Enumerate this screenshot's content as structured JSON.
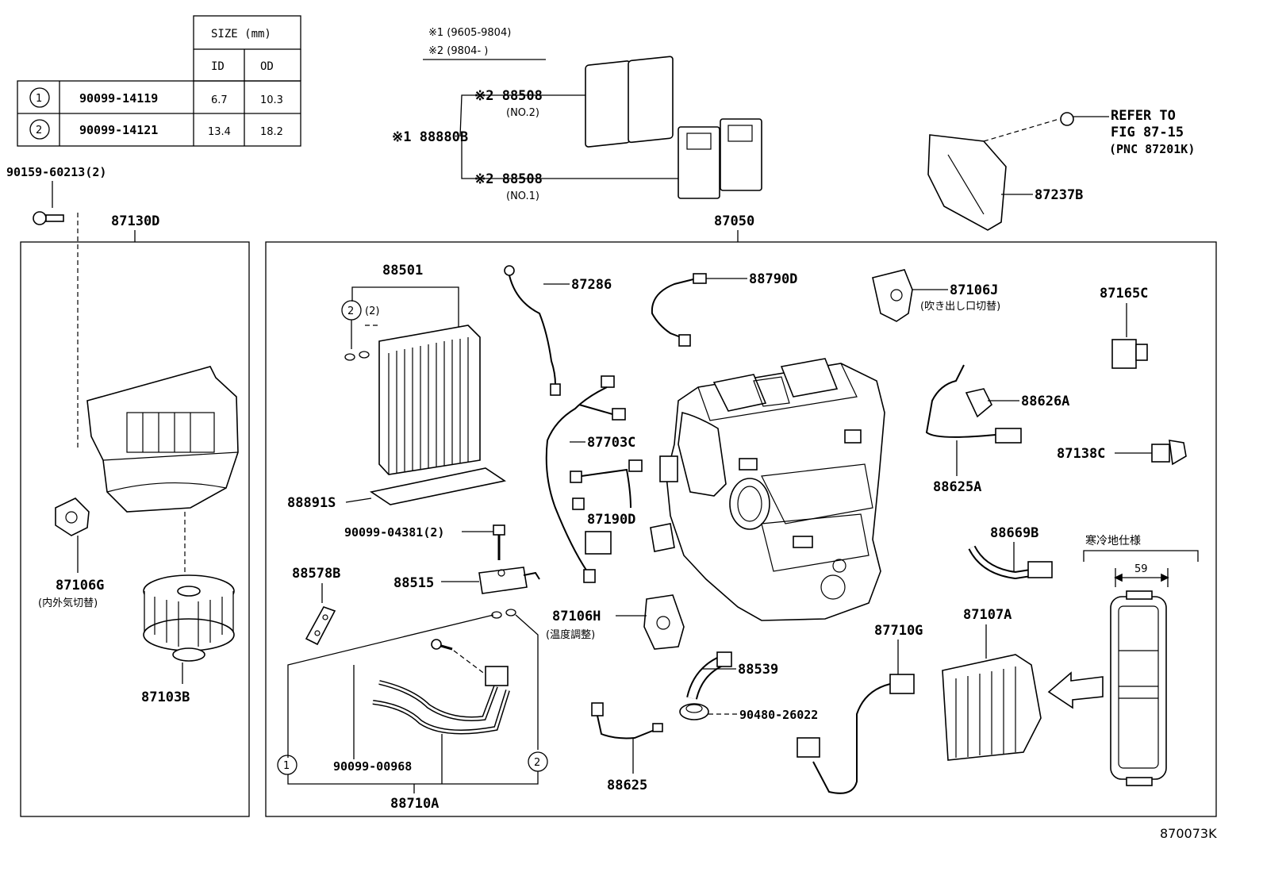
{
  "size_table": {
    "header_size": "SIZE (mm)",
    "header_id": "ID",
    "header_od": "OD",
    "rows": [
      {
        "mark": "1",
        "part": "90099-14119",
        "id": "6.7",
        "od": "10.3"
      },
      {
        "mark": "2",
        "part": "90099-14121",
        "id": "13.4",
        "od": "18.2"
      }
    ]
  },
  "notes": {
    "n1": "※1 (9605-9804)",
    "n2": "※2 (9804-      )"
  },
  "labels": {
    "p90159": "90159-60213(2)",
    "p87130D": "87130D",
    "p87050": "87050",
    "p88880B": "※1 88880B",
    "p88508a": "※2 88508",
    "p88508a_sub": "(NO.2)",
    "p88508b": "※2 88508",
    "p88508b_sub": "(NO.1)",
    "refer1": "REFER TO",
    "refer2": "FIG 87-15",
    "refer3": "(PNC 87201K)",
    "p87237B": "87237B",
    "p88501": "88501",
    "p88501_sub": "(2)",
    "p87286": "87286",
    "p88790D": "88790D",
    "p87106J": "87106J",
    "p87106J_sub": "(吹き出し口切替)",
    "p87165C": "87165C",
    "p88626A": "88626A",
    "p87138C": "87138C",
    "p88625A": "88625A",
    "p87703C": "87703C",
    "p87190D": "87190D",
    "p88891S": "88891S",
    "p90099_04381": "90099-04381(2)",
    "p88515": "88515",
    "p88578B": "88578B",
    "p87106H": "87106H",
    "p87106H_sub": "(温度調整)",
    "p88539": "88539",
    "p90480": "90480-26022",
    "p88625": "88625",
    "p90099_00968": "90099-00968",
    "p88710A": "88710A",
    "p88669B": "88669B",
    "p87710G": "87710G",
    "p87107A": "87107A",
    "cold": "寒冷地仕様",
    "dim59": "59",
    "p87106G": "87106G",
    "p87106G_sub": "(内外気切替)",
    "p87103B": "87103B",
    "circle1": "1",
    "circle2": "2",
    "figno": "870073K"
  }
}
